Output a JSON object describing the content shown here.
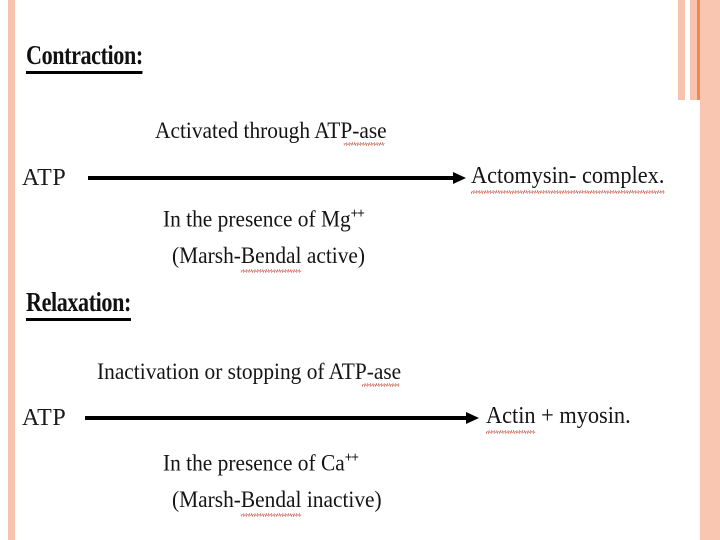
{
  "slide": {
    "background_color": "#ffffff",
    "frame_accent_color": "#f7c3ae",
    "frame_accent_color_strong": "#ef8a55",
    "text_color": "#111111",
    "arrow_color": "#000000",
    "spellcheck_underline_color": "#c0392b"
  },
  "sections": [
    {
      "heading": "Contraction:",
      "reactant": "ATP",
      "above_arrow": "Activated through ATP-ase",
      "above_arrow_misspelled": "ase",
      "below_arrow_line1_prefix": "In the presence of  Mg",
      "below_arrow_line1_superscript": "++",
      "below_arrow_line2_open": "(Marsh-",
      "below_arrow_line2_misspelled": "Bendal",
      "below_arrow_line2_close": " active)",
      "product": "Actomysin- complex.",
      "product_misspelled": "Actomysin- complex"
    },
    {
      "heading": "Relaxation:",
      "reactant": "ATP",
      "above_arrow": "Inactivation or stopping of ATP-ase",
      "above_arrow_misspelled": "ase",
      "below_arrow_line1_prefix": "In the presence of  Ca",
      "below_arrow_line1_superscript": "++",
      "below_arrow_line2_open": "(Marsh-",
      "below_arrow_line2_misspelled": "Bendal",
      "below_arrow_line2_close": " inactive)",
      "product": "Actin + myosin.",
      "product_misspelled": "Actin"
    }
  ]
}
